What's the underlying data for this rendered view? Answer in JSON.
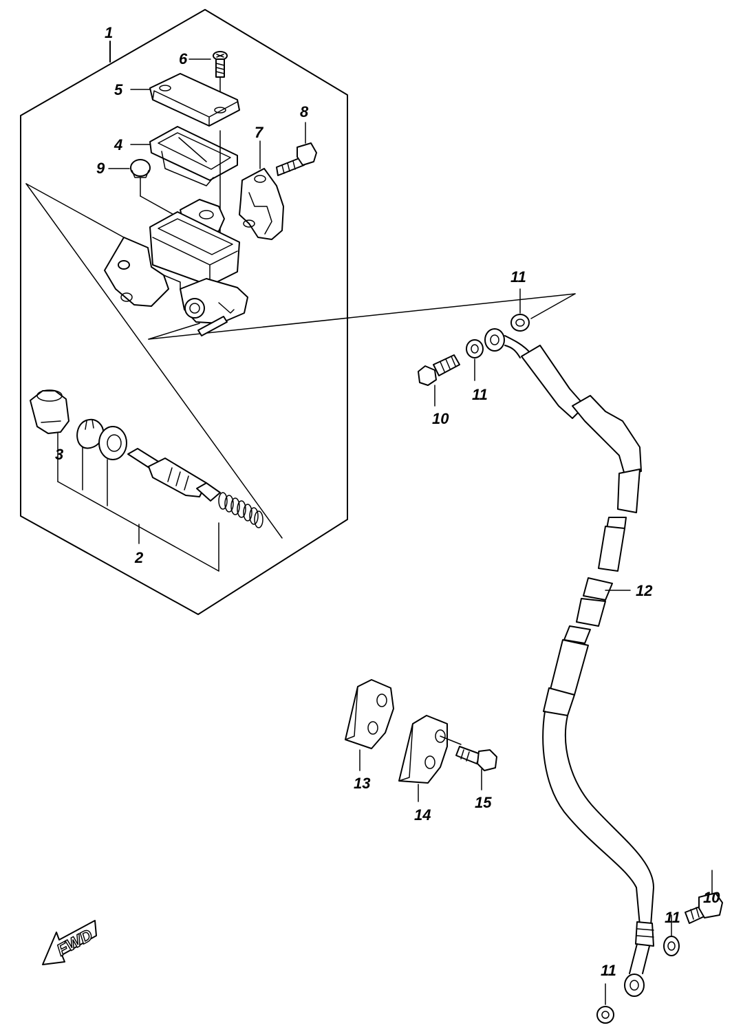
{
  "diagram": {
    "callouts": [
      {
        "id": "c1",
        "text": "1"
      },
      {
        "id": "c2",
        "text": "2"
      },
      {
        "id": "c3",
        "text": "3"
      },
      {
        "id": "c4",
        "text": "4"
      },
      {
        "id": "c5",
        "text": "5"
      },
      {
        "id": "c6",
        "text": "6"
      },
      {
        "id": "c7",
        "text": "7"
      },
      {
        "id": "c8",
        "text": "8"
      },
      {
        "id": "c9",
        "text": "9"
      },
      {
        "id": "c10a",
        "text": "10"
      },
      {
        "id": "c10b",
        "text": "10"
      },
      {
        "id": "c11a",
        "text": "11"
      },
      {
        "id": "c11b",
        "text": "11"
      },
      {
        "id": "c11c",
        "text": "11"
      },
      {
        "id": "c11d",
        "text": "11"
      },
      {
        "id": "c12",
        "text": "12"
      },
      {
        "id": "c13",
        "text": "13"
      },
      {
        "id": "c14",
        "text": "14"
      },
      {
        "id": "c15",
        "text": "15"
      }
    ],
    "direction_arrow": {
      "text": "FWD"
    }
  }
}
